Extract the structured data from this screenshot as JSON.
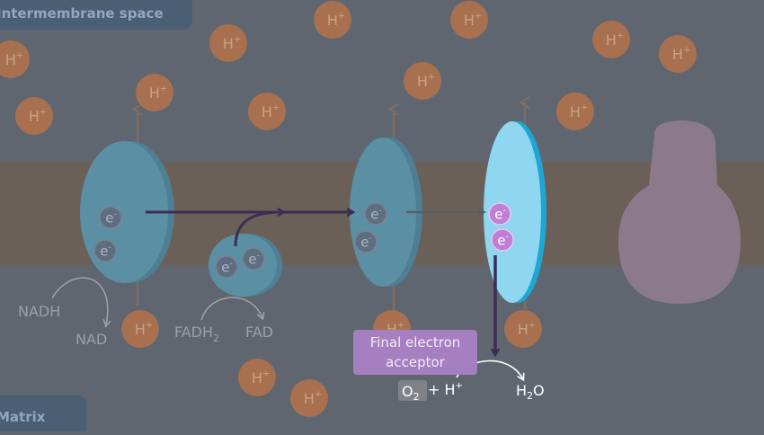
{
  "regions": {
    "top": "Intermembrane space",
    "bottom": "Matrix"
  },
  "ion": {
    "base": "H",
    "sup": "+"
  },
  "electron": {
    "base": "e",
    "sup": "-"
  },
  "reactions": {
    "nadh": "NADH",
    "nad": "NAD",
    "fadh2": "FADH",
    "fadh2_sub": "2",
    "fad": "FAD"
  },
  "callout": {
    "line1": "Final electron",
    "line2": "acceptor"
  },
  "final_reaction": {
    "o2": "O",
    "o2_sub": "2",
    "plus_h": "+ H",
    "plus_h_sup": "+",
    "water_h": "H",
    "water_sub": "2",
    "water_o": "O"
  },
  "colors": {
    "background": "#5f6670",
    "membrane": "#6b6058",
    "proton": "#a8704f",
    "complex": "#5b8fa3",
    "complex_active": "#8fd6f0",
    "electron": "#b07ec2",
    "arrow": "#3d2d52",
    "atp_synthase": "#8a7a8c",
    "callout": "#a57fc0"
  }
}
